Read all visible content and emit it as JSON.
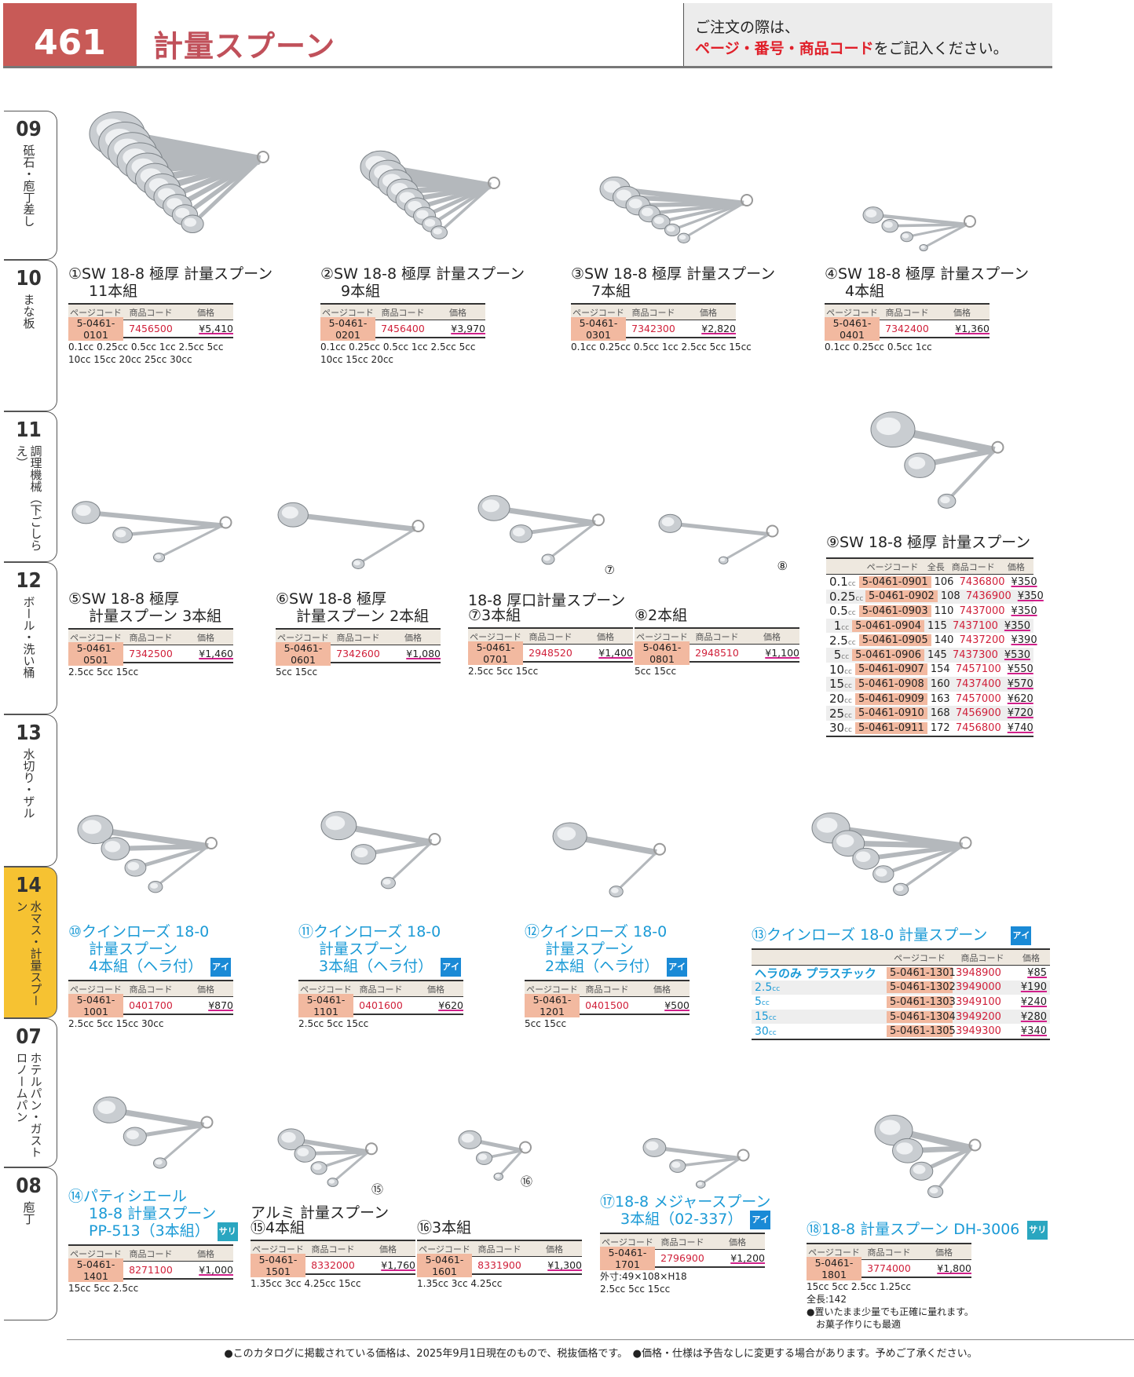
{
  "header": {
    "page_number": "461",
    "title": "計量スプーン",
    "notice_line1": "ご注文の際は、",
    "notice_red": "ページ・番号・商品コード",
    "notice_rest": "をご記入ください。"
  },
  "side_tabs": [
    {
      "num": "09",
      "label": "砥石・庖丁差し",
      "active": false
    },
    {
      "num": "10",
      "label": "まな板",
      "active": false
    },
    {
      "num": "11",
      "label": "調理機械（下ごしらえ）",
      "active": false
    },
    {
      "num": "12",
      "label": "ボール・洗い桶",
      "active": false
    },
    {
      "num": "13",
      "label": "水切り・ザル",
      "active": false
    },
    {
      "num": "14",
      "label": "水マス・計量スプーン",
      "active": true
    },
    {
      "num": "07",
      "label": "ホテルパン・ガストロノームパン",
      "active": false
    },
    {
      "num": "08",
      "label": "庖丁",
      "active": false
    }
  ],
  "table_headers": {
    "page_code": "ページコード",
    "product_code": "商品コード",
    "price": "価格",
    "length": "全長"
  },
  "groups": {
    "g7": "18-8 厚口計量スプーン",
    "g15": "アルミ 計量スプーン"
  },
  "products": [
    {
      "id": "1",
      "num": "①",
      "title": [
        "SW 18-8 極厚 計量スプーン",
        "11本組"
      ],
      "page_code": "5-0461-0101",
      "code": "7456500",
      "price": "¥5,410",
      "specs": [
        "0.1cc 0.25cc 0.5cc 1cc 2.5cc 5cc",
        "10cc 15cc 20cc 25cc 30cc"
      ]
    },
    {
      "id": "2",
      "num": "②",
      "title": [
        "SW 18-8 極厚 計量スプーン",
        "9本組"
      ],
      "page_code": "5-0461-0201",
      "code": "7456400",
      "price": "¥3,970",
      "specs": [
        "0.1cc 0.25cc 0.5cc 1cc 2.5cc 5cc",
        "10cc 15cc 20cc"
      ]
    },
    {
      "id": "3",
      "num": "③",
      "title": [
        "SW 18-8 極厚 計量スプーン",
        "7本組"
      ],
      "page_code": "5-0461-0301",
      "code": "7342300",
      "price": "¥2,820",
      "specs": [
        "0.1cc 0.25cc 0.5cc 1cc 2.5cc 5cc 15cc"
      ]
    },
    {
      "id": "4",
      "num": "④",
      "title": [
        "SW 18-8 極厚 計量スプーン",
        "4本組"
      ],
      "page_code": "5-0461-0401",
      "code": "7342400",
      "price": "¥1,360",
      "specs": [
        "0.1cc 0.25cc 0.5cc 1cc"
      ]
    },
    {
      "id": "5",
      "num": "⑤",
      "title": [
        "SW 18-8 極厚",
        "計量スプーン 3本組"
      ],
      "page_code": "5-0461-0501",
      "code": "7342500",
      "price": "¥1,460",
      "specs": [
        "2.5cc 5cc 15cc"
      ]
    },
    {
      "id": "6",
      "num": "⑥",
      "title": [
        "SW 18-8 極厚",
        "計量スプーン 2本組"
      ],
      "page_code": "5-0461-0601",
      "code": "7342600",
      "price": "¥1,080",
      "specs": [
        "5cc 15cc"
      ]
    },
    {
      "id": "7",
      "num": "⑦",
      "title": [
        "3本組"
      ],
      "page_code": "5-0461-0701",
      "code": "2948520",
      "price": "¥1,400",
      "specs": [
        "2.5cc 5cc 15cc"
      ]
    },
    {
      "id": "8",
      "num": "⑧",
      "title": [
        "2本組"
      ],
      "page_code": "5-0461-0801",
      "code": "2948510",
      "price": "¥1,100",
      "specs": [
        "5cc 15cc"
      ]
    },
    {
      "id": "10",
      "num": "⑩",
      "title": [
        "クインローズ 18-0",
        "計量スプーン",
        "4本組（ヘラ付）"
      ],
      "badge": "アイ",
      "page_code": "5-0461-1001",
      "code": "0401700",
      "price": "¥870",
      "specs": [
        "2.5cc 5cc 15cc 30cc"
      ]
    },
    {
      "id": "11",
      "num": "⑪",
      "title": [
        "クインローズ 18-0",
        "計量スプーン",
        "3本組（ヘラ付）"
      ],
      "badge": "アイ",
      "page_code": "5-0461-1101",
      "code": "0401600",
      "price": "¥620",
      "specs": [
        "2.5cc 5cc 15cc"
      ]
    },
    {
      "id": "12",
      "num": "⑫",
      "title": [
        "クインローズ 18-0",
        "計量スプーン",
        "2本組（ヘラ付）"
      ],
      "badge": "アイ",
      "page_code": "5-0461-1201",
      "code": "0401500",
      "price": "¥500",
      "specs": [
        "5cc 15cc"
      ]
    },
    {
      "id": "14",
      "num": "⑭",
      "title": [
        "パティシエール",
        "18-8 計量スプーン",
        "PP-513（3本組）"
      ],
      "badge": "サリ",
      "page_code": "5-0461-1401",
      "code": "8271100",
      "price": "¥1,000",
      "specs": [
        "15cc 5cc 2.5cc"
      ]
    },
    {
      "id": "15",
      "num": "⑮",
      "title": [
        "4本組"
      ],
      "page_code": "5-0461-1501",
      "code": "8332000",
      "price": "¥1,760",
      "specs": [
        "1.35cc 3cc 4.25cc 15cc"
      ]
    },
    {
      "id": "16",
      "num": "⑯",
      "title": [
        "3本組"
      ],
      "page_code": "5-0461-1601",
      "code": "8331900",
      "price": "¥1,300",
      "specs": [
        "1.35cc 3cc 4.25cc"
      ]
    },
    {
      "id": "17",
      "num": "⑰",
      "title": [
        "18-8 メジャースプーン",
        "3本組（02-337）"
      ],
      "badge": "アイ",
      "page_code": "5-0461-1701",
      "code": "2796900",
      "price": "¥1,200",
      "specs": [
        "外寸:49×108×H18",
        "2.5cc 5cc 15cc"
      ]
    },
    {
      "id": "18",
      "num": "⑱",
      "title": [
        "18-8 計量スプーン DH-3006"
      ],
      "badge": "サリ",
      "page_code": "5-0461-1801",
      "code": "3774000",
      "price": "¥1,800",
      "specs": [
        "15cc 5cc 2.5cc 1.25cc",
        "全長:142",
        "●置いたまま少量でも正確に量れます。",
        "　お菓子作りにも最適"
      ]
    }
  ],
  "image_labels": {
    "img7": "⑦",
    "img8": "⑧",
    "img15": "⑮",
    "img16": "⑯"
  },
  "product9": {
    "num": "⑨",
    "title": "SW 18-8 極厚 計量スプーン",
    "rows": [
      {
        "size": "0.1",
        "unit": "cc",
        "page_code": "5-0461-0901",
        "length": "106",
        "code": "7436800",
        "price": "¥350"
      },
      {
        "size": "0.25",
        "unit": "cc",
        "page_code": "5-0461-0902",
        "length": "108",
        "code": "7436900",
        "price": "¥350"
      },
      {
        "size": "0.5",
        "unit": "cc",
        "page_code": "5-0461-0903",
        "length": "110",
        "code": "7437000",
        "price": "¥350"
      },
      {
        "size": "1",
        "unit": "cc",
        "page_code": "5-0461-0904",
        "length": "115",
        "code": "7437100",
        "price": "¥350"
      },
      {
        "size": "2.5",
        "unit": "cc",
        "page_code": "5-0461-0905",
        "length": "140",
        "code": "7437200",
        "price": "¥390"
      },
      {
        "size": "5",
        "unit": "cc",
        "page_code": "5-0461-0906",
        "length": "145",
        "code": "7437300",
        "price": "¥530"
      },
      {
        "size": "10",
        "unit": "cc",
        "page_code": "5-0461-0907",
        "length": "154",
        "code": "7457100",
        "price": "¥550"
      },
      {
        "size": "15",
        "unit": "cc",
        "page_code": "5-0461-0908",
        "length": "160",
        "code": "7437400",
        "price": "¥570"
      },
      {
        "size": "20",
        "unit": "cc",
        "page_code": "5-0461-0909",
        "length": "163",
        "code": "7457000",
        "price": "¥620"
      },
      {
        "size": "25",
        "unit": "cc",
        "page_code": "5-0461-0910",
        "length": "168",
        "code": "7456900",
        "price": "¥720"
      },
      {
        "size": "30",
        "unit": "cc",
        "page_code": "5-0461-0911",
        "length": "172",
        "code": "7456800",
        "price": "¥740"
      }
    ]
  },
  "product13": {
    "num": "⑬",
    "title": "クインローズ 18-0 計量スプーン",
    "badge": "アイ",
    "rows": [
      {
        "size": "ヘラのみ プラスチック",
        "unit": "",
        "page_code": "5-0461-1301",
        "code": "3948900",
        "price": "¥85"
      },
      {
        "size": "2.5",
        "unit": "cc",
        "page_code": "5-0461-1302",
        "code": "3949000",
        "price": "¥190"
      },
      {
        "size": "5",
        "unit": "cc",
        "page_code": "5-0461-1303",
        "code": "3949100",
        "price": "¥240"
      },
      {
        "size": "15",
        "unit": "cc",
        "page_code": "5-0461-1304",
        "code": "3949200",
        "price": "¥280"
      },
      {
        "size": "30",
        "unit": "cc",
        "page_code": "5-0461-1305",
        "code": "3949300",
        "price": "¥340"
      }
    ]
  },
  "footer": "●このカタログに掲載されている価格は、2025年9月1日現在のもので、税抜価格です。　●価格・仕様は予告なしに変更する場合があります。予めご了承ください。",
  "colors": {
    "accent": "#c85a57",
    "title_blue": "#1a9ad6",
    "code_red": "#d0203a",
    "page_code_bg": "#f2b9a0",
    "active_tab": "#f6c232"
  }
}
